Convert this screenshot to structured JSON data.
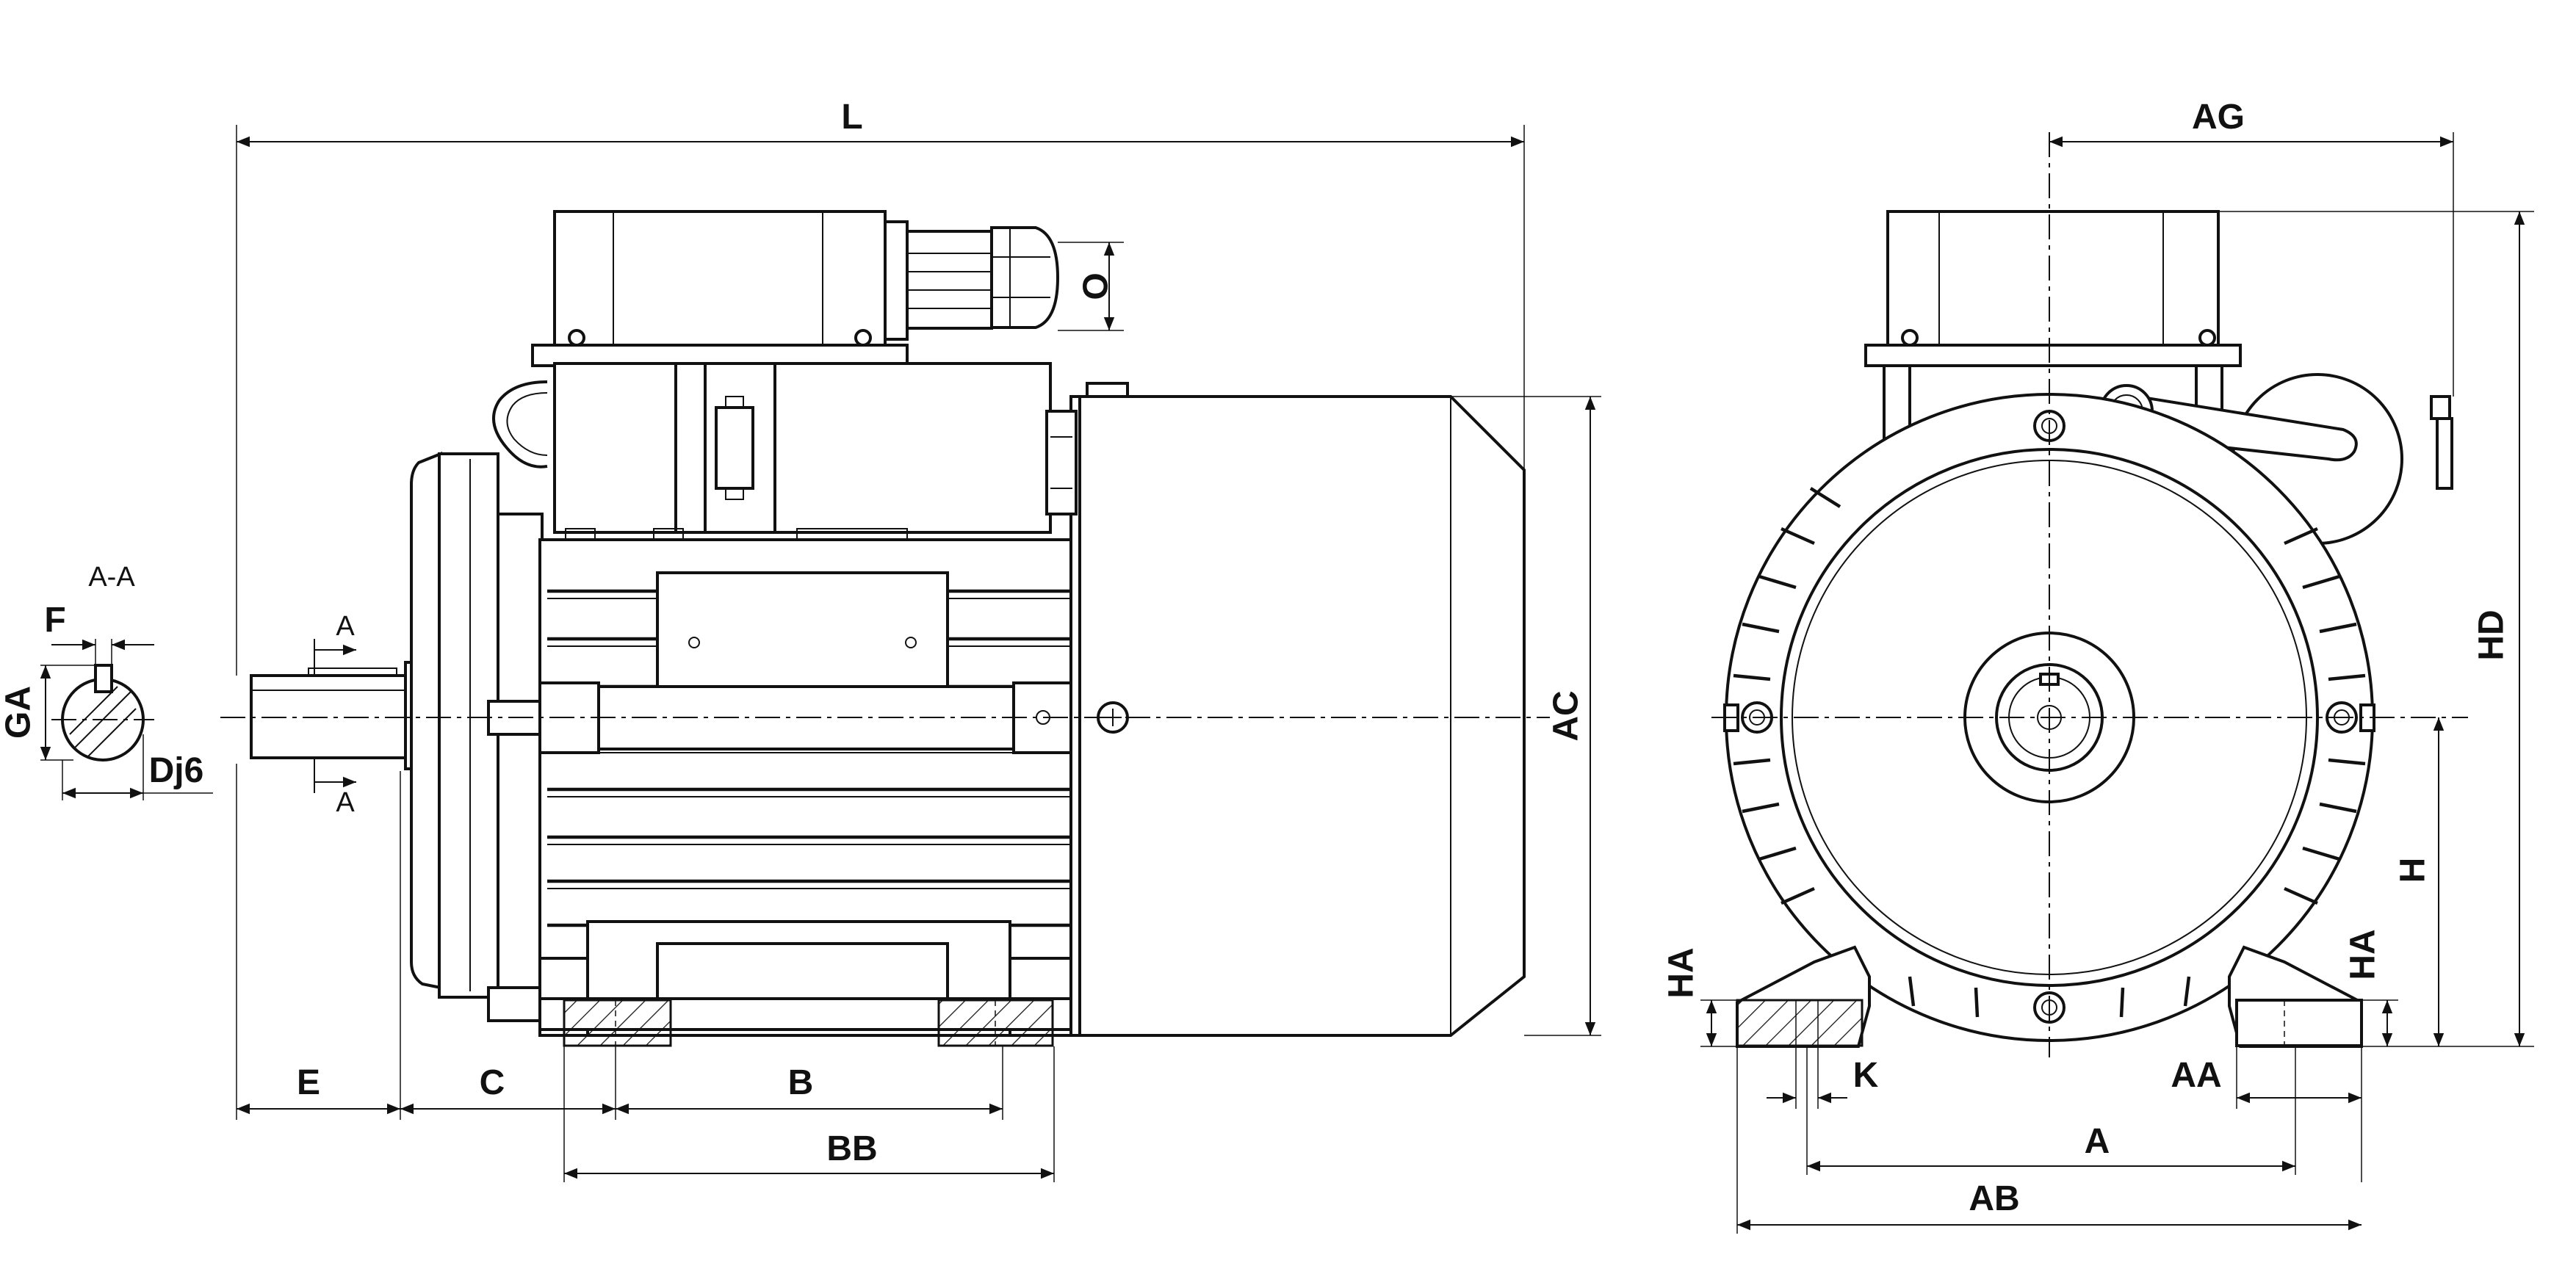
{
  "labels": {
    "L": "L",
    "AC": "AC",
    "O": "O",
    "E": "E",
    "C": "C",
    "B": "B",
    "BB": "BB",
    "AG": "AG",
    "HD": "HD",
    "H": "H",
    "HA": "HA",
    "K": "K",
    "AA": "AA",
    "A": "A",
    "AB": "AB",
    "section_title": "A-A",
    "F": "F",
    "GA": "GA",
    "D": "Dj6",
    "section_mark": "A"
  }
}
